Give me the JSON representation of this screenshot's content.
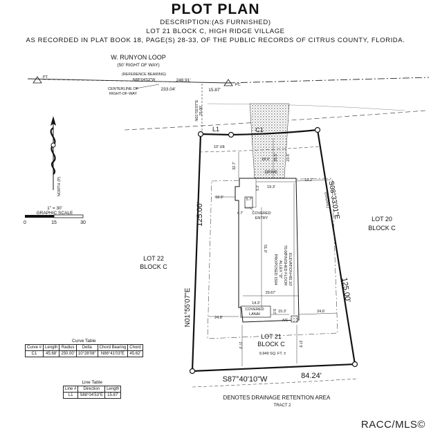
{
  "header": {
    "title": "PLOT PLAN",
    "line1": "DESCRIPTION:(AS FURNISHED)",
    "line2": "LOT 21 BLOCK C, HIGH RIDGE VILLAGE",
    "line3": "AS RECORDED IN PLAT BOOK 18, PAGE(S) 28-33, OF THE PUBLIC RECORDS OF CITRUS COUNTY, FLORIDA."
  },
  "road": {
    "name": "W. RUNYON LOOP",
    "row": "(50' RIGHT OF WAY)",
    "ref_bearing": "(REFERENCE BEARING)",
    "ref_bearing_value": "N88°04'53\"W",
    "pt": "PT",
    "pc": "PC",
    "dist_total": "248.91'",
    "dist_a": "233.04'",
    "dist_b": "15.87'",
    "centerline_1": "CENTERLINE OF",
    "centerline_2": "RIGHT-OF-WAY",
    "vert_bearing": "N01°55'07\"E",
    "vert_dist": "25.00'"
  },
  "north_arrow": {
    "label": "NORTH (P)"
  },
  "scale": {
    "ratio": "1\" = 30'",
    "label": "GRAPHIC SCALE",
    "ticks": [
      "0",
      "15",
      "30"
    ]
  },
  "lot": {
    "l1": "L1",
    "c1": "C1",
    "ue": "10' UE",
    "west_dist": "125.00'",
    "west_bearing": "N01°55'07\"E",
    "east_bearing": "S08°33'01\"E",
    "east_note": "(RADIAL)",
    "east_dist": "125.00'",
    "south_bearing": "S87°40'10\"W",
    "south_dist": "84.24'",
    "name": "LOT 21",
    "block": "BLOCK C",
    "area": "9,949 SQ. FT. ±"
  },
  "neighbors": {
    "lot20": "LOT 20",
    "lot20_block": "BLOCK C",
    "lot22": "LOT 22",
    "lot22_block": "BLOCK C"
  },
  "house": {
    "drive": "DRIVE",
    "covered_entry_1": "COVERED",
    "covered_entry_2": "ENTRY",
    "proposed_1": "PROPOSED 1504",
    "proposed_2": "ALLEX \"D\"",
    "proposed_3": "FINISHED FLOOR",
    "proposed_4": "ELEVATION=85.10'",
    "lanai_1": "COVERED",
    "lanai_2": "LANAI",
    "ac": "A/C",
    "dims": {
      "d_32_7": "32.7'",
      "d_18_0": "18.0'",
      "d_25_5": "25.5'",
      "d_23_6": "23.6'",
      "d_19_3": "19.3'",
      "d_18_2": "18.2'",
      "d_18_9": "18.9'",
      "d_9_3": "9.3'",
      "d_5_7": "5.7'",
      "d_4_7": "4.7'",
      "d_51_0": "51.0'",
      "d_70_0": "70.00'",
      "d_29_67": "29.67'",
      "d_14_3": "14.3'",
      "d_8_0": "8.0'",
      "d_15_3": "15.3'",
      "d_24_8": "24.8'",
      "d_24_6": "24.6'",
      "d_27_0": "27.0'",
      "d_27_5": "27.5'"
    }
  },
  "drainage": {
    "line1": "DENOTES DRAINAGE RETENTION AREA",
    "line2": "TRACT 2"
  },
  "curve_table": {
    "caption": "Curve Table",
    "headers": [
      "Curve #",
      "Length",
      "Radius",
      "Delta",
      "Chord Bearing",
      "Chord"
    ],
    "rows": [
      [
        "C1",
        "45.68'",
        "250.00'",
        "10°28'08\"",
        "N86°41'03\"E",
        "45.62'"
      ]
    ]
  },
  "line_table": {
    "caption": "Line Table",
    "headers": [
      "Line #",
      "Direction",
      "Length"
    ],
    "rows": [
      [
        "L1",
        "S88°04'53\"E",
        "15.87'"
      ]
    ]
  },
  "watermark": "RACC/MLS©"
}
